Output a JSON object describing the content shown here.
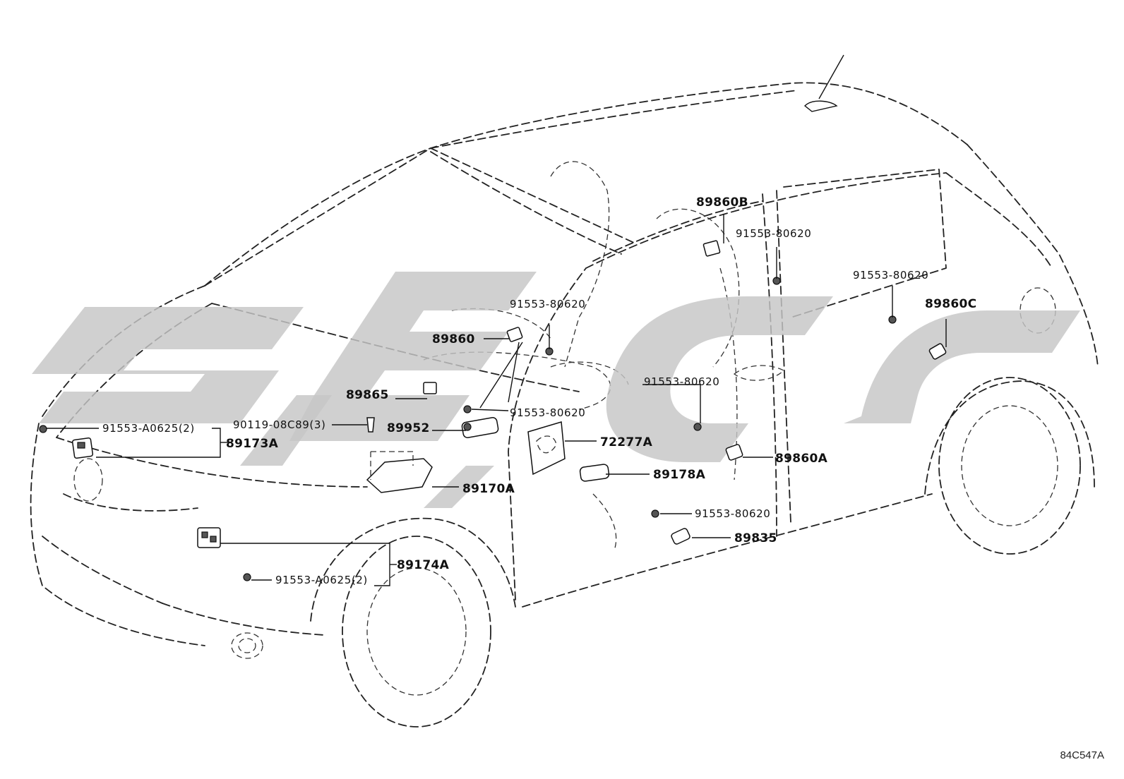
{
  "diagram": {
    "code": "84C547A",
    "watermark": "SEC",
    "labels": {
      "p89860B": "89860B",
      "p89860C": "89860C",
      "p89860": "89860",
      "p89865": "89865",
      "p89952": "89952",
      "p72277A": "72277A",
      "p89178A": "89178A",
      "p89860A": "89860A",
      "p89170A": "89170A",
      "p89173A": "89173A",
      "p89174A": "89174A",
      "p89835": "89835",
      "bolt_a1": "91553-A0625(2)",
      "bolt_a2": "91553-A0625(2)",
      "bolt_90119": "90119-08C89(3)",
      "bolt_b1": "91553-80620",
      "bolt_b2": "91553-80620",
      "bolt_b3": "91553-80620",
      "bolt_b4": "91553-80620",
      "bolt_b5": "91553-80620",
      "bolt_b6": "91553-80620"
    }
  }
}
